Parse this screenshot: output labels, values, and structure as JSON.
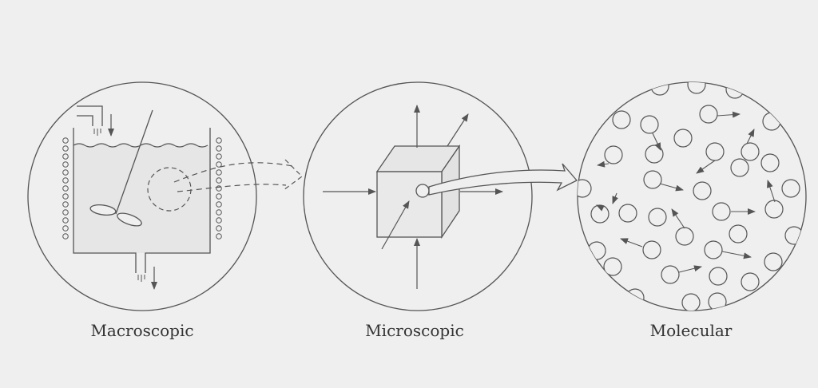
{
  "labels": {
    "macro": "Macroscopic",
    "micro": "Microscopic",
    "molecular": "Molecular"
  },
  "colors": {
    "background": "#efefef",
    "ink": "#555555",
    "fill": "#e8e8e8"
  }
}
